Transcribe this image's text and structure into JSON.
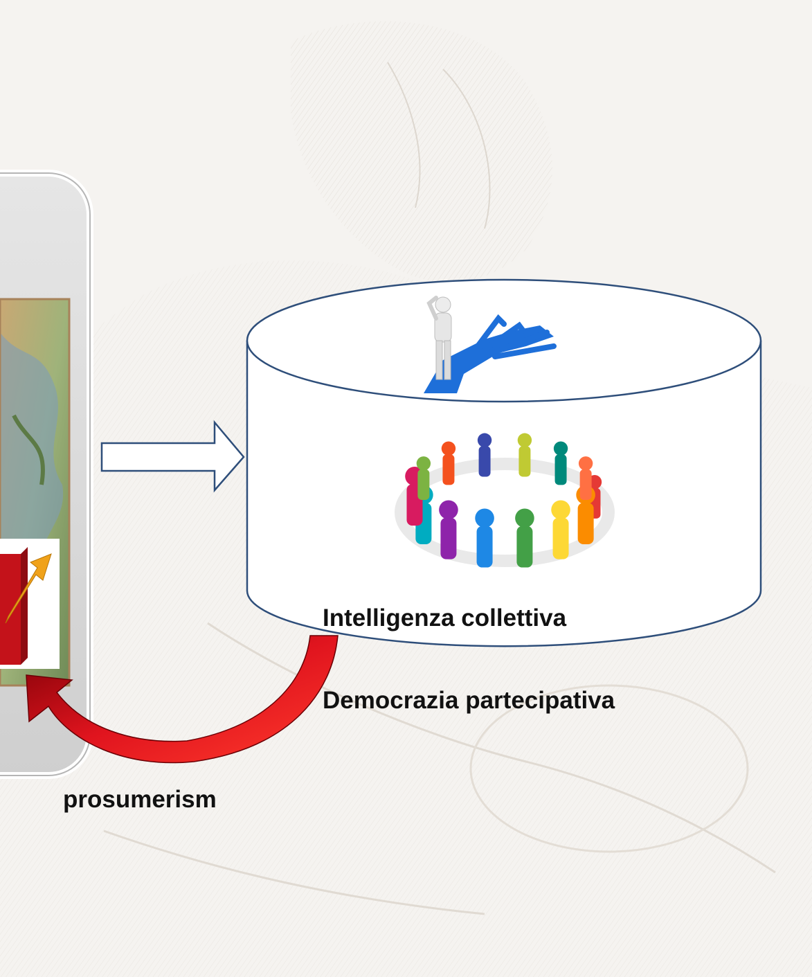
{
  "labels": {
    "collective": "Intelligenza collettiva",
    "democracy": "Democrazia partecipativa",
    "prosumerism": "prosumerism"
  },
  "icons": {
    "background": "engraved-figure-background",
    "thinker": "thinker-choosing-paths-icon",
    "group": "people-circle-icon",
    "map": "old-map-image",
    "growth": "growth-chart-icon",
    "block_arrow": "right-block-arrow",
    "curved_arrow": "curved-red-arrow"
  },
  "colors": {
    "cylinder_stroke": "#2e4e7a",
    "arrow_red": "#d0121b",
    "path_blue": "#1e6fd9",
    "panel_fill": "#d2d2d2"
  }
}
